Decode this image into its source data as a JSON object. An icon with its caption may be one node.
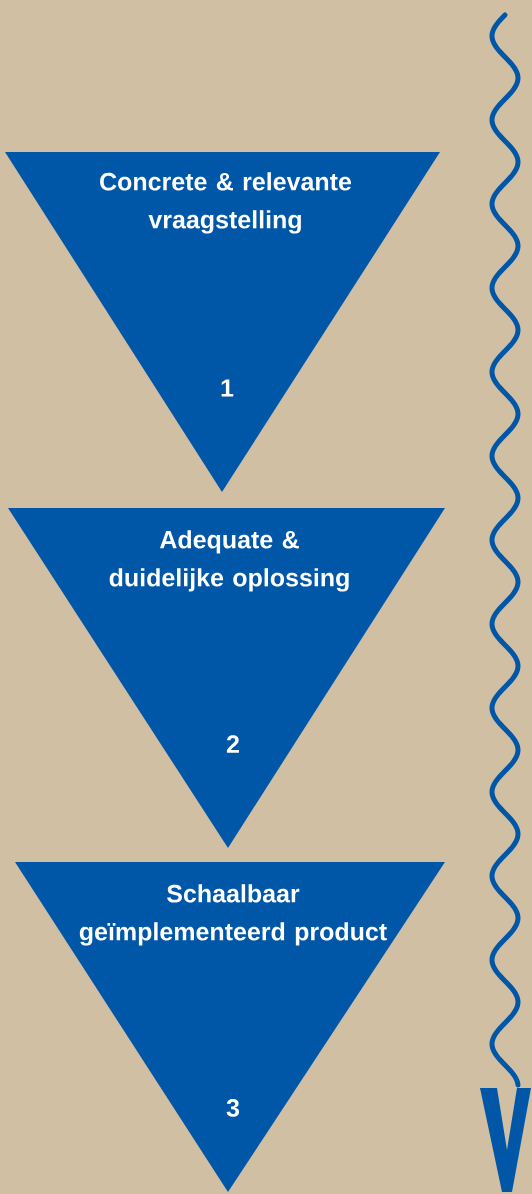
{
  "diagram": {
    "nodes": [
      {
        "text": [
          "Concrete & relevante vraagstelling",
          "1"
        ]
      },
      {
        "text": [
          "Adequate & duidelijke oplossing",
          "2"
        ]
      },
      {
        "text": [
          "Schaalbaar geïmplementeerd product",
          "3"
        ]
      }
    ]
  }
}
